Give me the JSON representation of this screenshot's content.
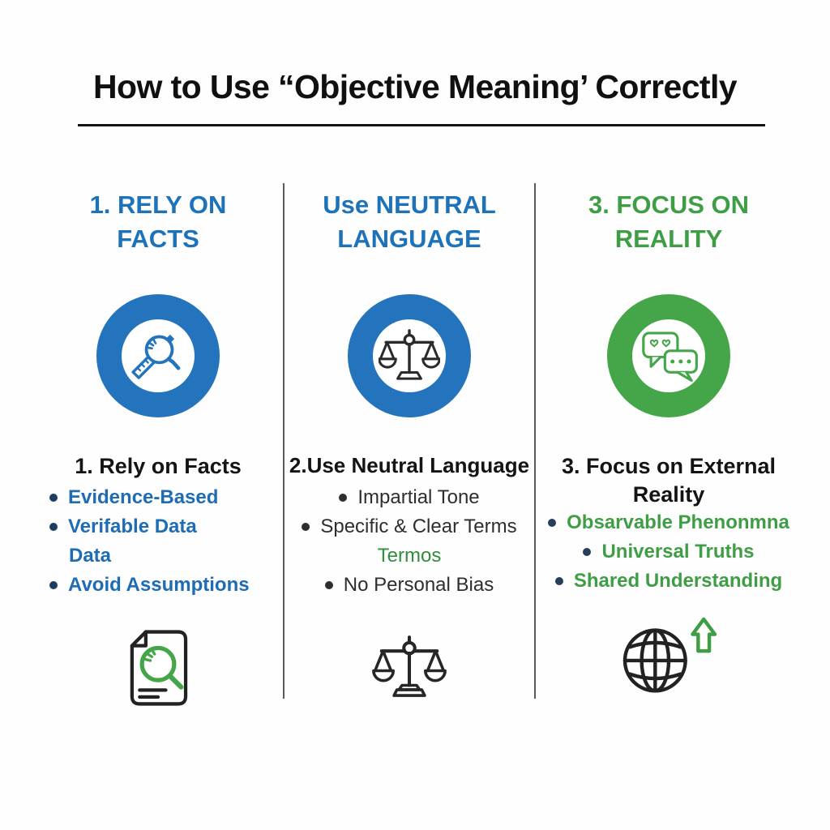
{
  "title": "How to Use “Objective Meaning’ Correctly",
  "colors": {
    "blue_ring": "#2374BC",
    "green_ring": "#44A648",
    "blue_heading": "#1E72B8",
    "green_heading": "#3F9E45",
    "blue_bullet_text": "#1E6CB4",
    "dark_bullet_text": "#2E2E2E",
    "green_bullet_text": "#3F9E45",
    "ink": "#101010",
    "divider_gray": "#5A5A5A"
  },
  "columns": [
    {
      "header": "1. RELY ON FACTS",
      "ring_icon": "magnifier-ruler-icon",
      "subheading": "1. Rely on Facts",
      "bullets": [
        {
          "text": "Evidence-Based"
        },
        {
          "text": "Verifable Data"
        },
        {
          "text": "Data"
        },
        {
          "text": "Avoid Assumptions"
        }
      ],
      "footer_icon": "document-search-icon"
    },
    {
      "header": "Use NEUTRAL LANGUAGE",
      "ring_icon": "balance-scale-icon",
      "subheading": "2.Use Neutral Language",
      "bullets": [
        {
          "text": "Impartial Tone"
        },
        {
          "text": "Specific & Clear Terms"
        },
        {
          "text": "Termos"
        },
        {
          "text": "No Personal Bias"
        }
      ],
      "footer_icon": "balance-scale-icon"
    },
    {
      "header": "3. FOCUS ON REALITY",
      "ring_icon": "chat-bubbles-hearts-icon",
      "subheading": "3. Focus on External Reality",
      "bullets": [
        {
          "text": "Obsarvable Phenonmna"
        },
        {
          "text": "Universal Truths"
        },
        {
          "text": "Shared Understanding"
        }
      ],
      "footer_icon": "globe-up-arrow-icon"
    }
  ]
}
